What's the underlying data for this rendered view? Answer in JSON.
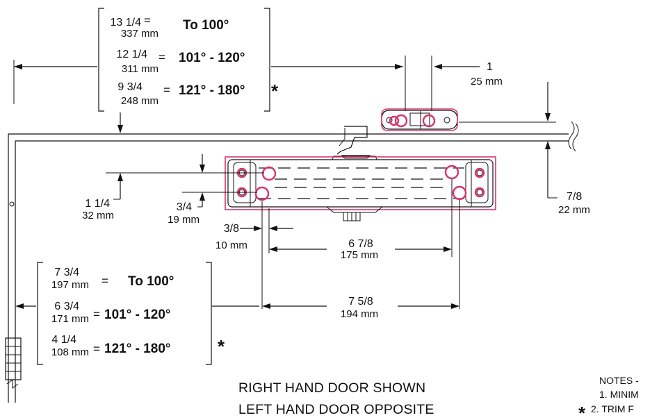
{
  "top_table": {
    "rows": [
      {
        "inch": "13 1/4",
        "mm": "337 mm",
        "angle": "To 100°"
      },
      {
        "inch": "12 1/4",
        "mm": "311 mm",
        "angle": "101° - 120°"
      },
      {
        "inch": "9 3/4",
        "mm": "248 mm",
        "angle": "121° - 180°"
      }
    ],
    "equals": "=",
    "star": "*"
  },
  "bottom_table": {
    "rows": [
      {
        "inch": "7 3/4",
        "mm": "197 mm",
        "angle": "To 100°"
      },
      {
        "inch": "6 3/4",
        "mm": "171 mm",
        "angle": "101° - 120°"
      },
      {
        "inch": "4 1/4",
        "mm": "108 mm",
        "angle": "121° - 180°"
      }
    ],
    "equals": "=",
    "star": "*"
  },
  "dimensions": {
    "d_1": {
      "inch": "1",
      "mm": "25 mm"
    },
    "d_7_8": {
      "inch": "7/8",
      "mm": "22 mm"
    },
    "d_1_1_4": {
      "inch": "1 1/4",
      "mm": "32 mm"
    },
    "d_3_4": {
      "inch": "3/4",
      "mm": "19 mm"
    },
    "d_3_8": {
      "inch": "3/8",
      "mm": "10 mm"
    },
    "d_6_7_8": {
      "inch": "6 7/8",
      "mm": "175 mm"
    },
    "d_7_5_8": {
      "inch": "7 5/8",
      "mm": "194 mm"
    }
  },
  "caption": {
    "line1": "RIGHT HAND DOOR SHOWN",
    "line2": "LEFT HAND DOOR OPPOSITE"
  },
  "notes": {
    "title": "NOTES -",
    "item1": "1. MINIM",
    "item2": "2. TRIM F",
    "star": "*"
  },
  "colors": {
    "highlight": "#d6336c",
    "ink": "#111111"
  }
}
